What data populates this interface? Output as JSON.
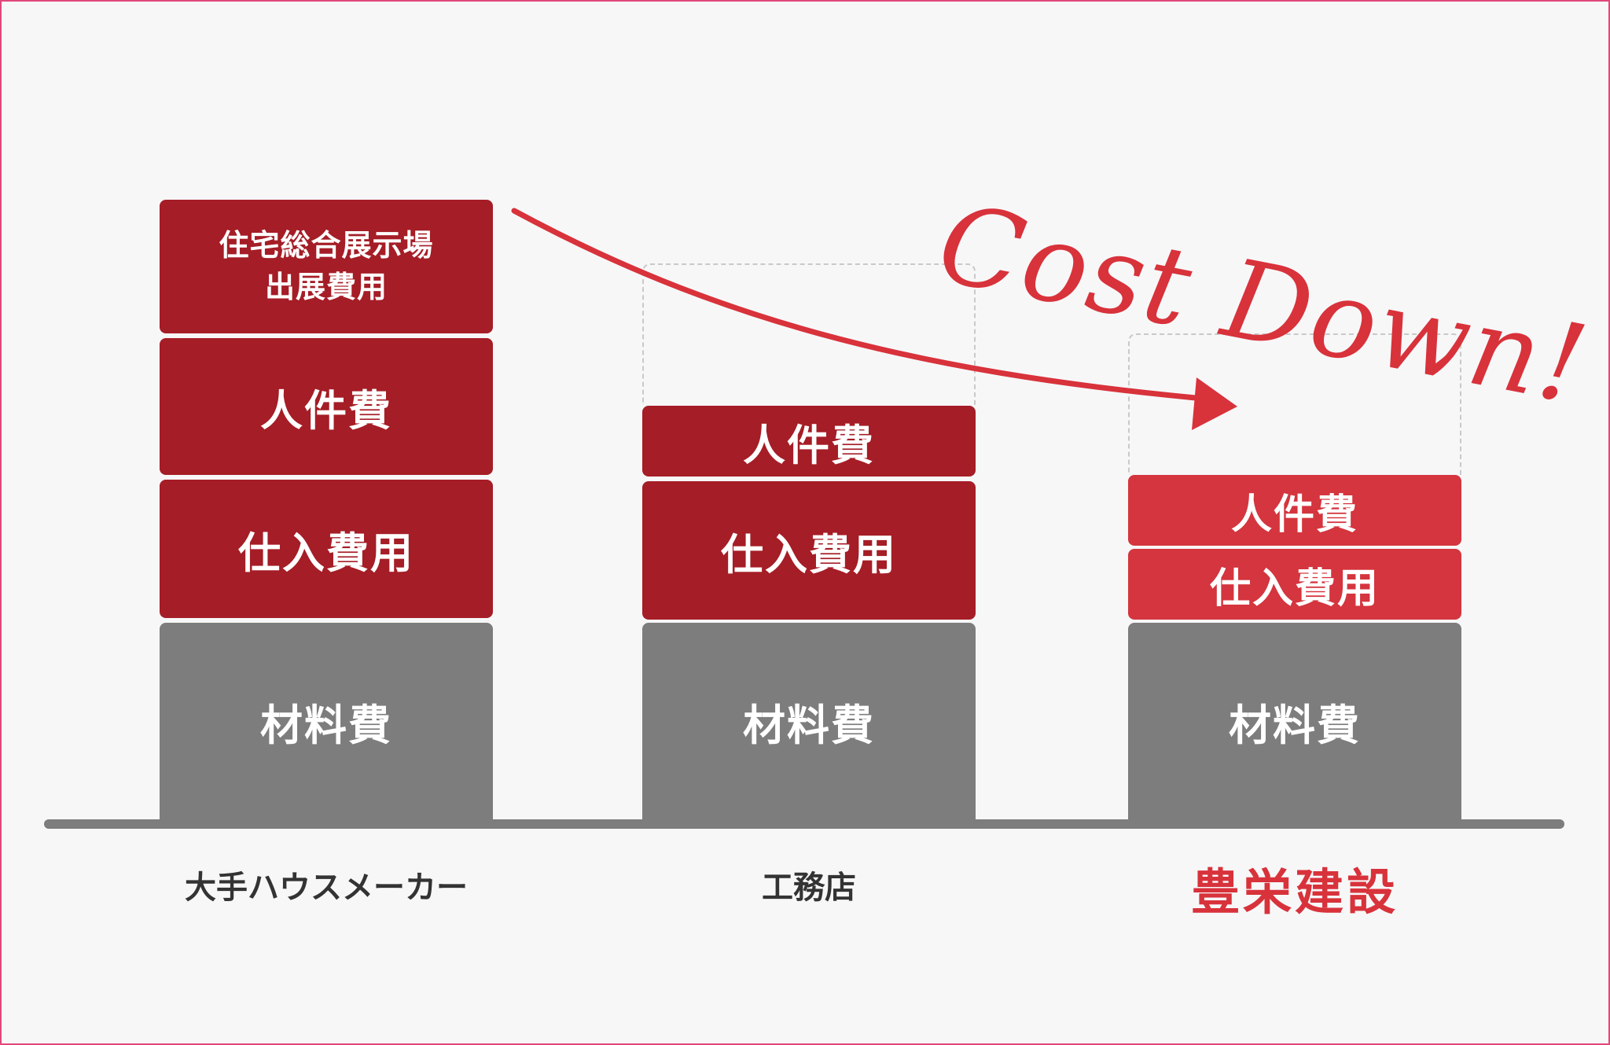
{
  "columns": [
    {
      "name": "大手ハウスメーカー",
      "blocks": [
        {
          "label_lines": [
            "住宅総合展示場",
            "出展費用"
          ]
        },
        {
          "label": "人件費"
        },
        {
          "label": "仕入費用"
        },
        {
          "label": "材料費"
        }
      ]
    },
    {
      "name": "工務店",
      "blocks": [
        {
          "label": "人件費"
        },
        {
          "label": "仕入費用"
        },
        {
          "label": "材料費"
        }
      ]
    },
    {
      "name": "豊栄建設",
      "name_color": "#d8323b",
      "blocks": [
        {
          "label": "人件費"
        },
        {
          "label": "仕入費用"
        },
        {
          "label": "材料費"
        }
      ]
    }
  ],
  "tagline": "Cost Down!",
  "colors": {
    "dark_red": "#a51d26",
    "light_red": "#d4353e",
    "grey": "#7d7d7d",
    "accent": "#d8323b",
    "border": "#e0487a"
  }
}
